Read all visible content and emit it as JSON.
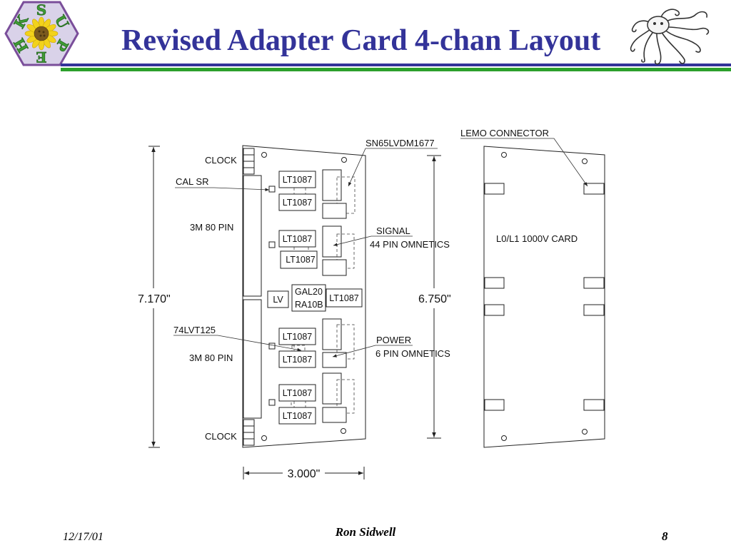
{
  "slide": {
    "title": "Revised Adapter Card 4-chan Layout",
    "date": "12/17/01",
    "author": "Ron Sidwell",
    "page_number": "8"
  },
  "logo": {
    "icon": "sunflower-hexagon-logo",
    "letters": [
      "S",
      "U",
      "P",
      "E",
      "H",
      "K"
    ]
  },
  "decoration": {
    "icon": "octopus-sketch"
  },
  "colors": {
    "title": "#333399",
    "rule_blue": "#333399",
    "rule_green": "#2ca02c"
  },
  "diagram": {
    "labels": {
      "clock_top": "CLOCK",
      "cal_sr": "CAL SR",
      "pin80_top": "3M 80 PIN",
      "lvt": "74LVT125",
      "pin80_bottom": "3M 80 PIN",
      "clock_bottom": "CLOCK",
      "sn65": "SN65LVDM1677",
      "signal": "SIGNAL",
      "signal_conn": "44 PIN OMNETICS",
      "power": "POWER",
      "power_conn": "6 PIN OMNETICS",
      "lemo": "LEMO CONNECTOR",
      "hv_card": "L0/L1 1000V CARD"
    },
    "dimensions": {
      "height_left": "7.170\"",
      "height_right": "6.750\"",
      "width": "3.000\""
    },
    "chips": {
      "regulators": [
        "LT1087",
        "LT1087",
        "LT1087",
        "LT1087",
        "LT1087",
        "LT1087",
        "LT1087",
        "LT1087",
        "LT1087"
      ],
      "lv": "LV",
      "gal_line1": "GAL20",
      "gal_line2": "RA10B"
    }
  }
}
